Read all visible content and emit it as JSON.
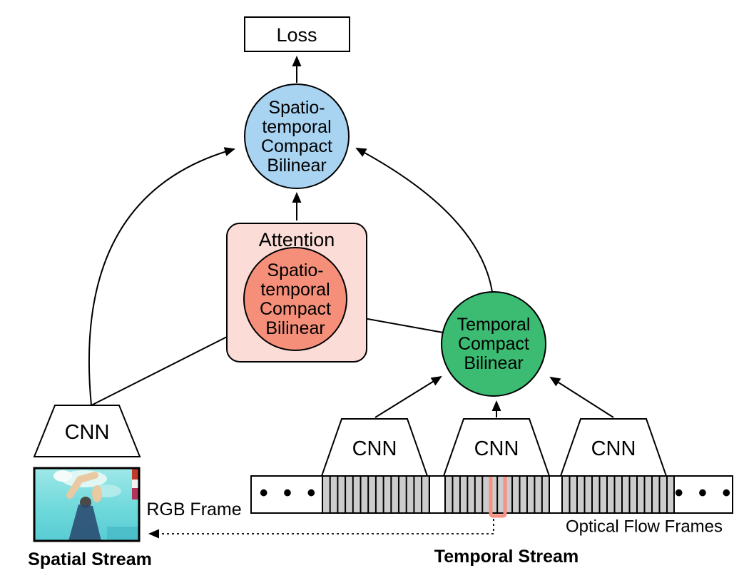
{
  "diagram": {
    "loss": {
      "label": "Loss"
    },
    "stcb_top": {
      "lines": [
        "Spatio-",
        "temporal",
        "Compact",
        "Bilinear"
      ]
    },
    "attention": {
      "label": "Attention"
    },
    "stcb_attention": {
      "lines": [
        "Spatio-",
        "temporal",
        "Compact",
        "Bilinear"
      ]
    },
    "tcb": {
      "lines": [
        "Temporal",
        "Compact",
        "Bilinear"
      ]
    },
    "spatial_cnn": {
      "label": "CNN"
    },
    "temporal_cnns": [
      {
        "label": "CNN"
      },
      {
        "label": "CNN"
      },
      {
        "label": "CNN"
      }
    ],
    "labels": {
      "rgb_frame": "RGB Frame",
      "optical_flow_frames": "Optical Flow Frames",
      "spatial_stream": "Spatial Stream",
      "temporal_stream": "Temporal Stream"
    },
    "icons": {
      "ellipsis_left": "• • •",
      "ellipsis_right": "• • •"
    },
    "colors": {
      "stcb_top_fill": "#a8d4f2",
      "attention_fill": "#fbdcd6",
      "stcb_attention_fill": "#f58f7a",
      "tcb_fill": "#3cbb72",
      "frame_bar_fill": "#cccccc",
      "highlight_stroke": "#f79184",
      "outline": "#000000"
    }
  }
}
